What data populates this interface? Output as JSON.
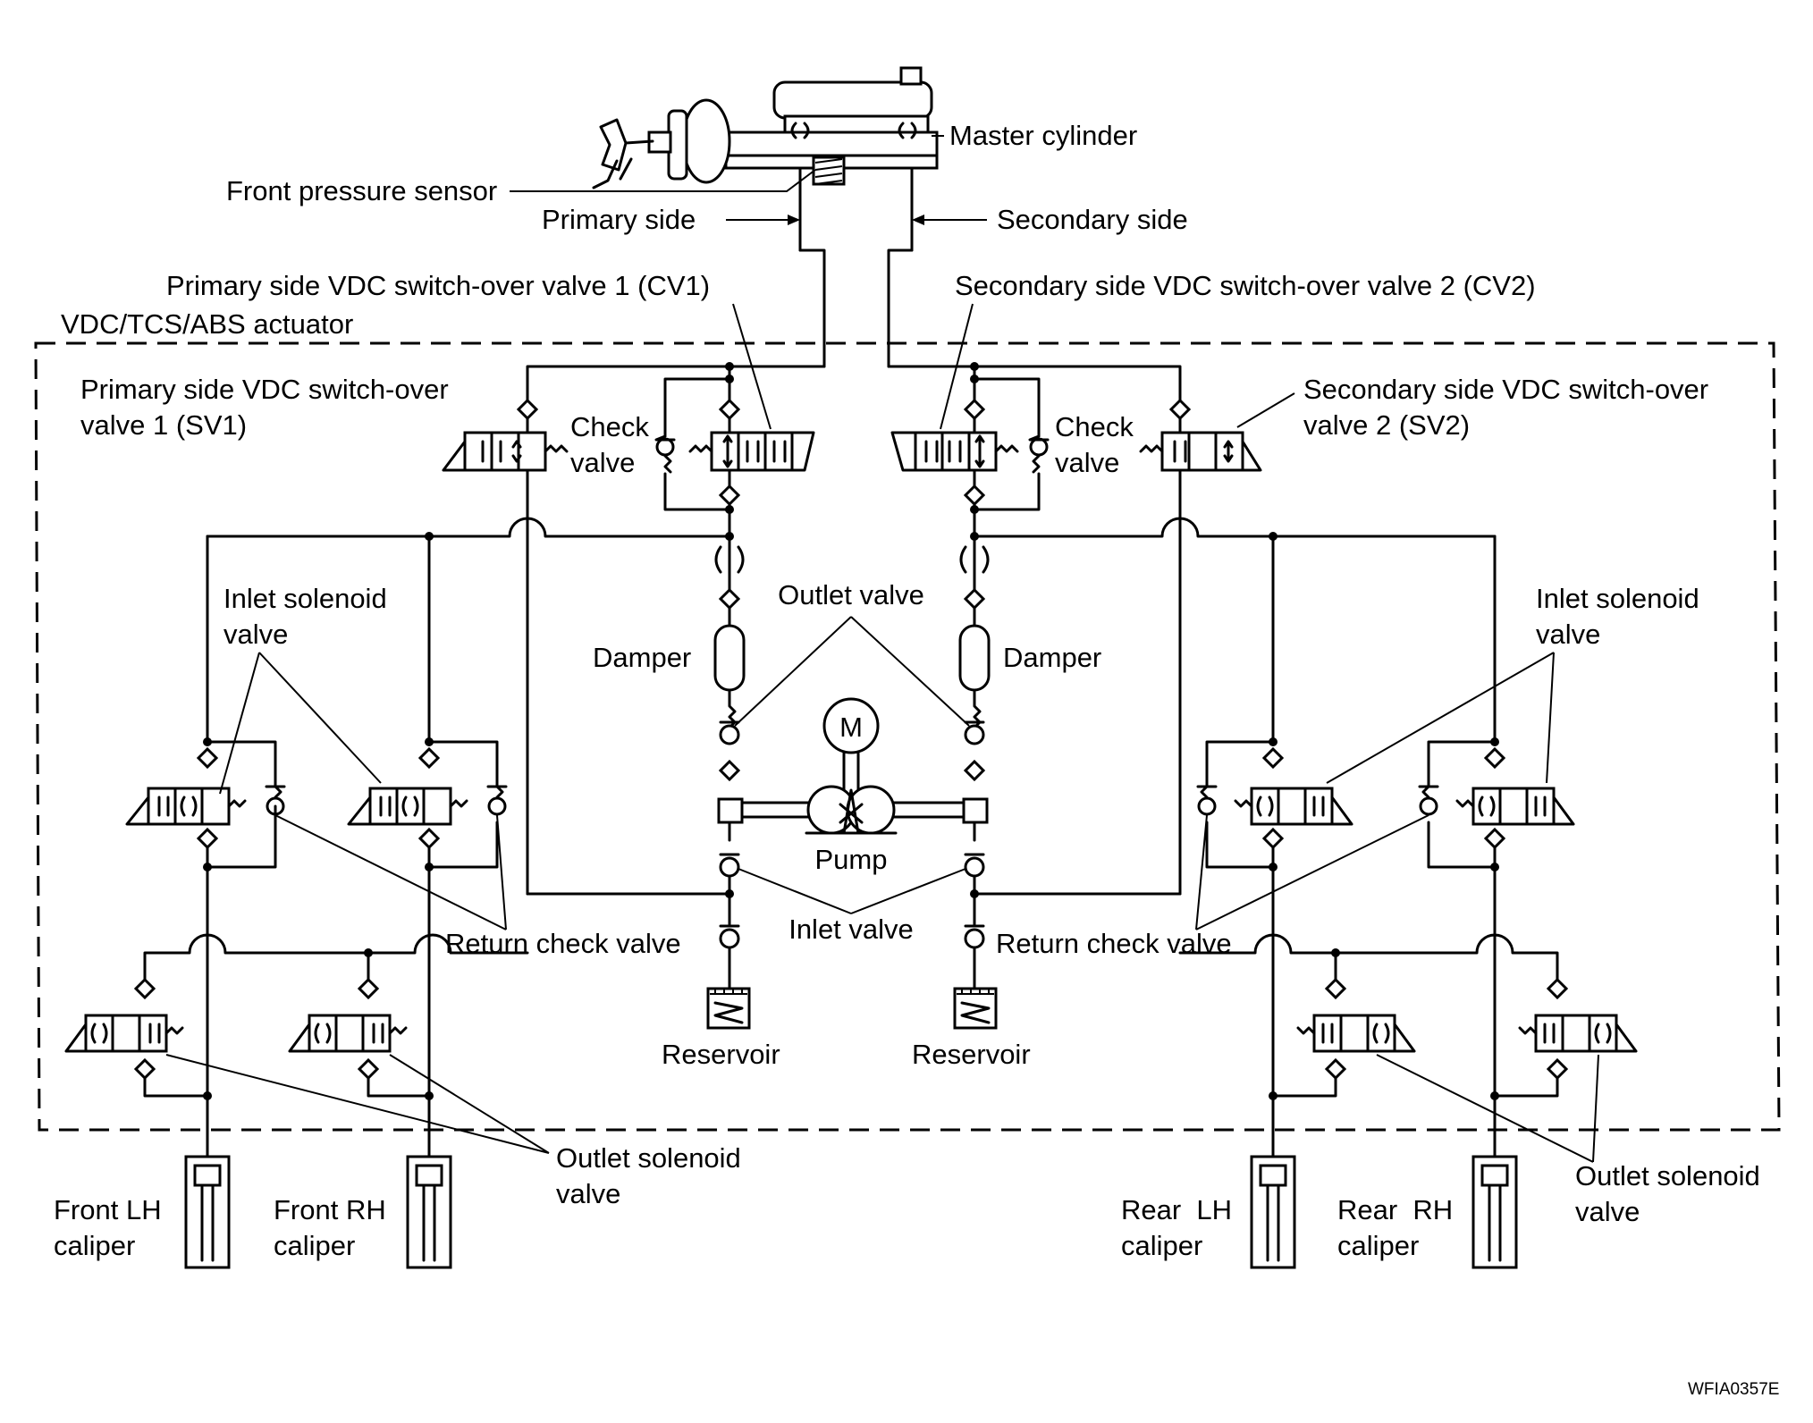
{
  "labels": {
    "master_cylinder": "Master cylinder",
    "front_pressure_sensor": "Front pressure sensor",
    "primary_side": "Primary side",
    "secondary_side": "Secondary side",
    "cv1": "Primary side VDC switch-over valve 1 (CV1)",
    "cv2": "Secondary side VDC switch-over valve 2 (CV2)",
    "actuator": "VDC/TCS/ABS actuator",
    "sv1_line1": "Primary side VDC switch-over",
    "sv1_line2": "valve 1 (SV1)",
    "sv2_line1": "Secondary side VDC switch-over",
    "sv2_line2": "valve 2 (SV2)",
    "check": "Check",
    "valve": "valve",
    "inlet_solenoid": "Inlet solenoid",
    "outlet_valve": "Outlet valve",
    "damper": "Damper",
    "motor": "M",
    "pump": "Pump",
    "return_check_valve": "Return check valve",
    "inlet_valve": "Inlet valve",
    "reservoir": "Reservoir",
    "outlet_solenoid": "Outlet solenoid",
    "front_lh": "Front LH",
    "front_rh": "Front RH",
    "rear_lh": "Rear  LH",
    "rear_rh": "Rear  RH",
    "caliper": "caliper",
    "figure_code": "WFIA0357E"
  }
}
